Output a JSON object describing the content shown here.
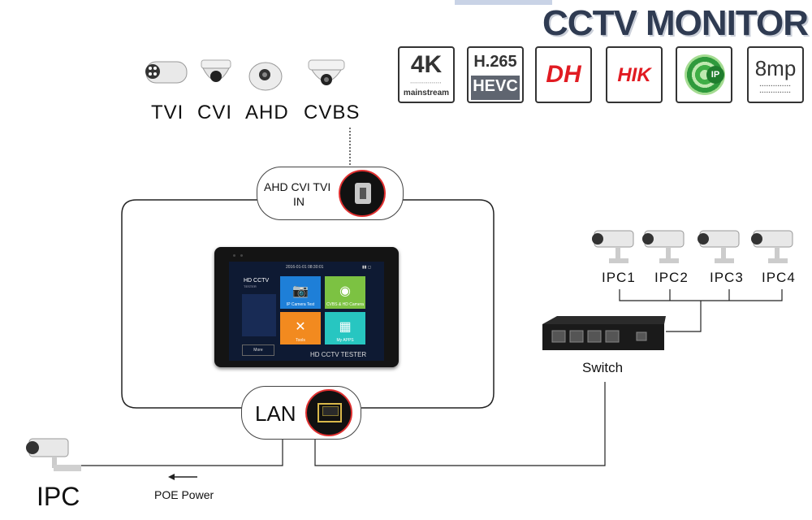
{
  "header": {
    "title": "CCTV MONITOR"
  },
  "badges": [
    {
      "name": "4k-badge",
      "line1": "4K",
      "line2": "mainstream",
      "bg": "#ffffff",
      "fg": "#333333"
    },
    {
      "name": "h265-badge",
      "line1": "H.265",
      "line2": "HEVC",
      "bg": "#ffffff",
      "fg": "#333333"
    },
    {
      "name": "dh-badge",
      "line1": "DH",
      "bg": "#ffffff",
      "fg": "#e11b22"
    },
    {
      "name": "hik-badge",
      "line1": "HIK",
      "bg": "#ffffff",
      "fg": "#e11b22"
    },
    {
      "name": "ip-badge",
      "line1": "IP",
      "bg": "#ffffff",
      "fg": "#2fa34a"
    },
    {
      "name": "8mp-badge",
      "line1": "8mp",
      "bg": "#ffffff",
      "fg": "#333333"
    }
  ],
  "analog_cameras": [
    "TVI",
    "CVI",
    "AHD",
    "CVBS"
  ],
  "analog_input": {
    "label_line1": "AHD CVI TVI",
    "label_line2": "IN"
  },
  "device": {
    "timestamp": "2016-01-01 08:30:01",
    "brand": "HD CCTV",
    "brand_sub": "TESTER",
    "more_label": "More",
    "footer": "HD CCTV TESTER",
    "tiles": [
      {
        "label": "IP Camera Test",
        "color": "#1e7fd8",
        "icon": "camera-icon"
      },
      {
        "label": "CVBS & HD Camera",
        "color": "#7cc242",
        "icon": "dome-camera-icon"
      },
      {
        "label": "Tools",
        "color": "#f28a1f",
        "icon": "tools-icon"
      },
      {
        "label": "My APPS",
        "color": "#27c6c1",
        "icon": "apps-icon"
      }
    ]
  },
  "lan": {
    "label": "LAN"
  },
  "switch": {
    "label": "Switch"
  },
  "ip_cameras": [
    "IPC1",
    "IPC2",
    "IPC3",
    "IPC4"
  ],
  "poe": {
    "ipc_label": "IPC",
    "power_label": "POE Power"
  }
}
